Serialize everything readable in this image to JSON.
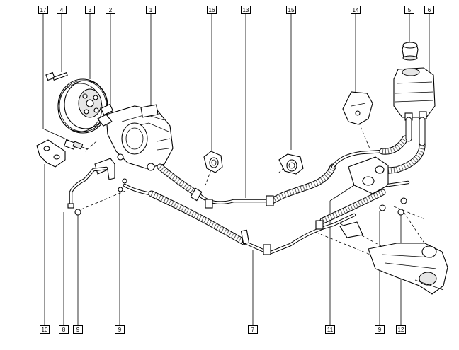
{
  "callouts": [
    {
      "id": "c17",
      "number": "17"
    },
    {
      "id": "c4",
      "number": "4"
    },
    {
      "id": "c3",
      "number": "3"
    },
    {
      "id": "c2",
      "number": "2"
    },
    {
      "id": "c1",
      "number": "1"
    },
    {
      "id": "c16",
      "number": "16"
    },
    {
      "id": "c13",
      "number": "13"
    },
    {
      "id": "c15",
      "number": "15"
    },
    {
      "id": "c14",
      "number": "14"
    },
    {
      "id": "c5",
      "number": "5"
    },
    {
      "id": "c6",
      "number": "6"
    },
    {
      "id": "c10",
      "number": "10"
    },
    {
      "id": "c8",
      "number": "8"
    },
    {
      "id": "c9a",
      "number": "9"
    },
    {
      "id": "c9b",
      "number": "9"
    },
    {
      "id": "c7",
      "number": "7"
    },
    {
      "id": "c11",
      "number": "11"
    },
    {
      "id": "c9c",
      "number": "9"
    },
    {
      "id": "c12",
      "number": "12"
    }
  ]
}
